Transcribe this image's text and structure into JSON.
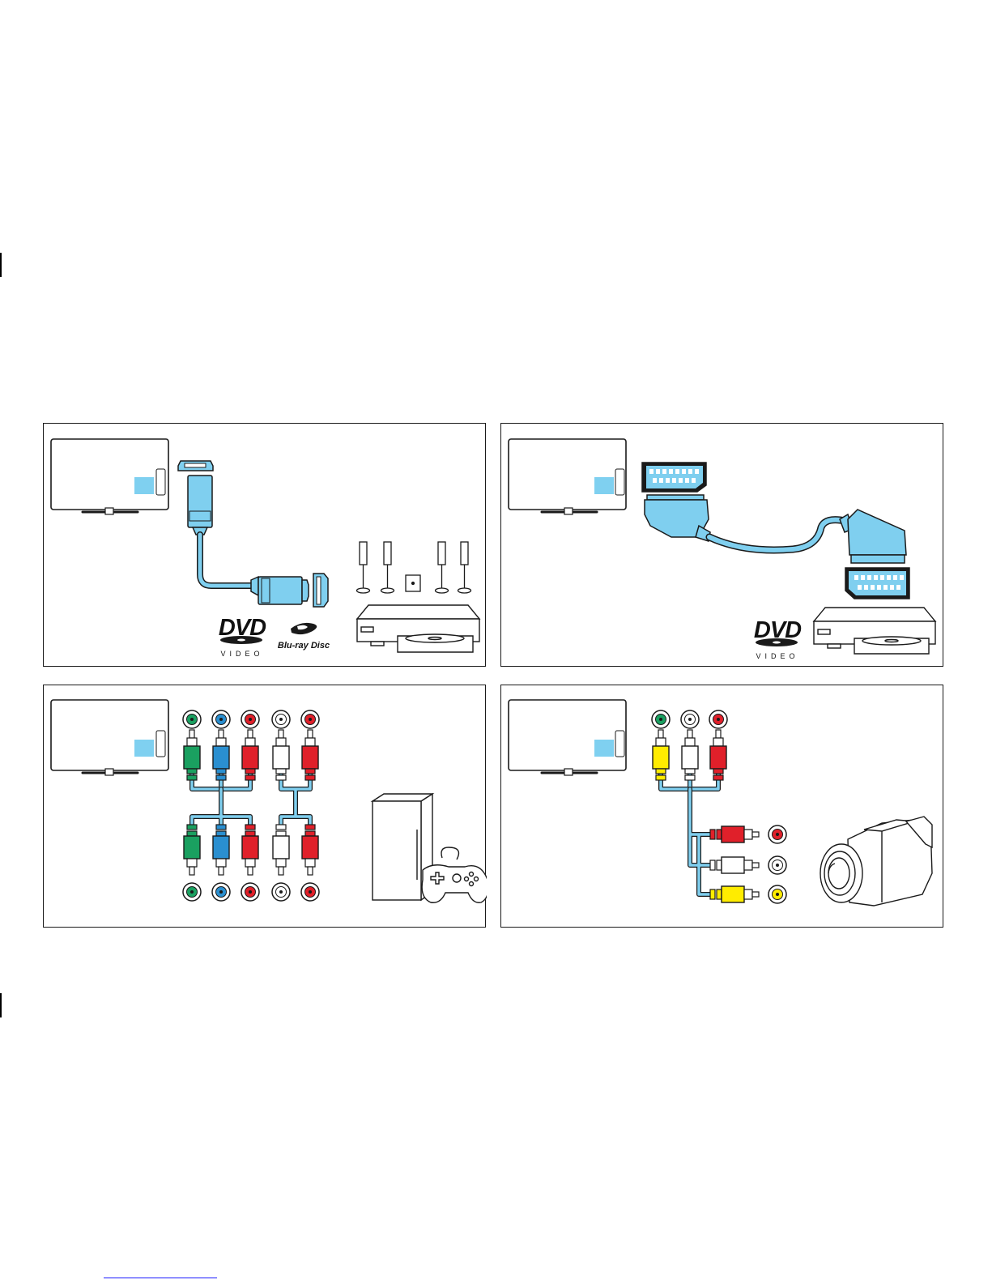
{
  "logos": {
    "dvd_word": "DVD",
    "dvd_sub": "VIDEO",
    "bluray_word": "Blu-ray Disc"
  },
  "colors": {
    "cable_blue": "#7fcfef",
    "tv_port_blue": "#7fd0f0",
    "rca_green": "#1aa060",
    "rca_blue": "#2a8fd0",
    "rca_red": "#e0202a",
    "rca_white": "#ffffff",
    "rca_yellow": "#ffec00",
    "outline": "#1a1a1a"
  },
  "panels": [
    {
      "id": "hdmi",
      "devices": [
        "tv",
        "hdmi-cable",
        "home-theater",
        "disc-player",
        "dvd-logo",
        "bluray-logo"
      ]
    },
    {
      "id": "scart",
      "devices": [
        "tv",
        "scart-cable",
        "disc-player",
        "dvd-logo"
      ]
    },
    {
      "id": "component",
      "devices": [
        "tv",
        "component-cable",
        "game-console",
        "gamepad"
      ]
    },
    {
      "id": "composite",
      "devices": [
        "tv",
        "composite-cable",
        "camcorder"
      ]
    }
  ]
}
